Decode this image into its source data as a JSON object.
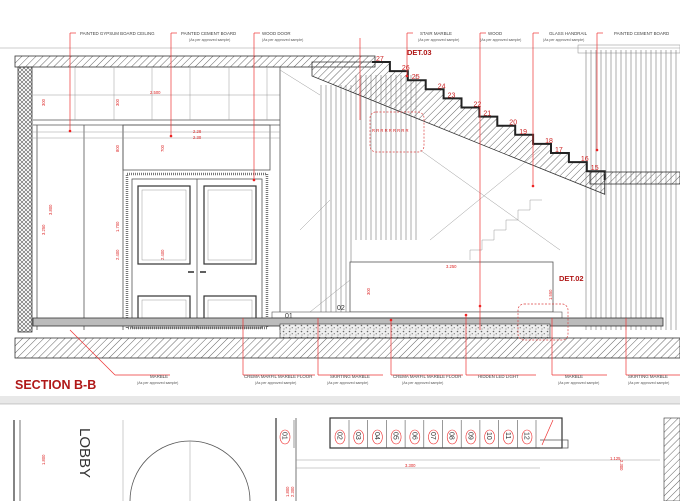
{
  "section_title": "SECTION B-B",
  "top_labels": [
    {
      "text": "PAINTED GYPSUM BOARD CEILING",
      "note": ""
    },
    {
      "text": "PAINTED CEMENT BOARD",
      "note": "(As per approved sample)"
    },
    {
      "text": "WOOD DOOR",
      "note": "(As per approved sample)"
    },
    {
      "text": "STAIR MARBLE",
      "note": "(As per approved sample)"
    },
    {
      "text": "WOOD",
      "note": "(As per approved sample)"
    },
    {
      "text": "GLASS HANDRAIL",
      "note": "(As per approved sample)"
    },
    {
      "text": "PAINTED CEMENT BOARD",
      "note": ""
    }
  ],
  "bottom_labels": [
    {
      "text": "MARBLE",
      "note": "(As per approved sample)"
    },
    {
      "text": "CREMA MARFIL MARBLE FLOOR",
      "note": "(As per approved sample)"
    },
    {
      "text": "SKIRTING MARBLE",
      "note": "(As per approved sample)"
    },
    {
      "text": "CREMA MARFIL MARBLE FLOOR",
      "note": "(As per approved sample)"
    },
    {
      "text": "HIDDEN LED LIGHT",
      "note": ""
    },
    {
      "text": "MARBLE",
      "note": "(As per approved sample)"
    },
    {
      "text": "SKIRTING MARBLE",
      "note": "(As per approved sample)"
    }
  ],
  "details": {
    "det03": "DET.03",
    "det02": "DET.02",
    "tag01": "01",
    "tag02": "02"
  },
  "stair_numbers": [
    "27",
    "26",
    "25",
    "24",
    "23",
    "22",
    "21",
    "20",
    "19",
    "18",
    "17",
    "16",
    "15"
  ],
  "dimensions": {
    "ceiling_width": "2.500",
    "ceiling_h1": "300",
    "ceiling_h2": "300",
    "w1": "2.28",
    "w2": "2.30",
    "d700": "700",
    "d800": "800",
    "h3250": "3.250",
    "h3800": "3.800",
    "h1700": "1.700",
    "h2400a": "2.400",
    "h2400b": "2.400",
    "counter_width": "3.250",
    "counter_h": "300",
    "stair_h": "1.550"
  },
  "plan": {
    "room_label": "LOBBY",
    "step_numbers": [
      "01",
      "02",
      "03",
      "04",
      "05",
      "06",
      "07",
      "08",
      "09",
      "10",
      "11",
      "12"
    ],
    "dims": {
      "a": "1.800",
      "b": "2.300",
      "c": "3.300",
      "d": "2.300",
      "e": "1.800",
      "f": "2.300",
      "g": "1.125"
    }
  },
  "colors": {
    "annotation": "#e33333",
    "title": "#b01818",
    "lines": "#555555"
  }
}
